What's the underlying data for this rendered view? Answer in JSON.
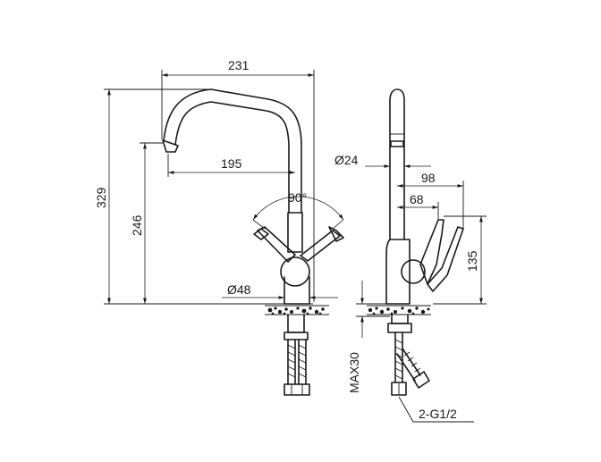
{
  "dimensions": {
    "spout_reach_total": "231",
    "spout_reach_inner": "195",
    "total_height": "329",
    "spout_height": "246",
    "handle_angle": "90°",
    "base_diameter": "Ø48",
    "spout_diameter": "Ø24",
    "handle_reach": "98",
    "body_offset": "68",
    "handle_height": "135",
    "max_counter_thickness": "MAX30",
    "connection_spec": "2-G1/2"
  }
}
